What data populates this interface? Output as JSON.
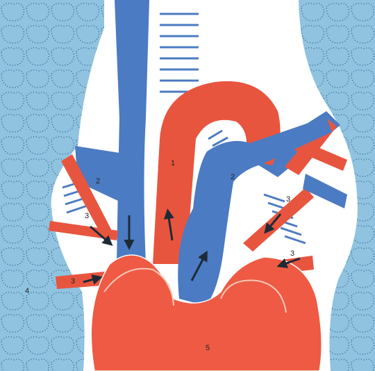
{
  "colors": {
    "lung": "#8fc3e0",
    "lung_dots": "#3f6f9a",
    "vein_blue": "#4b7bc2",
    "artery_red": "#e8553f",
    "heart_red": "#ee5a44",
    "arrow": "#1e2a36",
    "background": "#ffffff"
  },
  "labels": {
    "aorta": "1",
    "pulmonary_artery": "2",
    "left_vessel": "2",
    "pulmonary_vein_right": "3",
    "pulmonary_vein_left": "3",
    "vein_lower_left": "3",
    "vein_lower_right": "3",
    "lung_left": "4",
    "heart": "5"
  }
}
